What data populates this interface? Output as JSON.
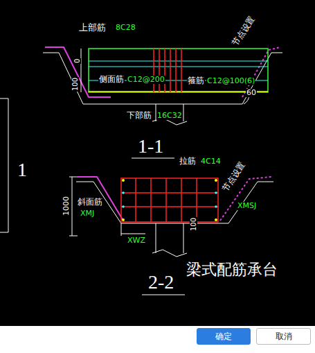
{
  "diagram": {
    "title": "梁式配筋承台",
    "nodes": [
      {
        "text": [
          "确定"
        ]
      },
      {
        "text": [
          "取消"
        ]
      }
    ],
    "labels": [
      "上部筋",
      "8C28",
      "0",
      "100",
      "侧面筋",
      "C12@200",
      "箍筋",
      "C12@100(6)",
      "60",
      "下部筋",
      "16C32",
      "节点设置",
      "1-1",
      "拉筋",
      "4C14",
      "节点设置",
      "1000",
      "斜面筋",
      "XMJ",
      "XMSJ",
      "XWZ",
      "100",
      "2-2",
      "1"
    ]
  }
}
